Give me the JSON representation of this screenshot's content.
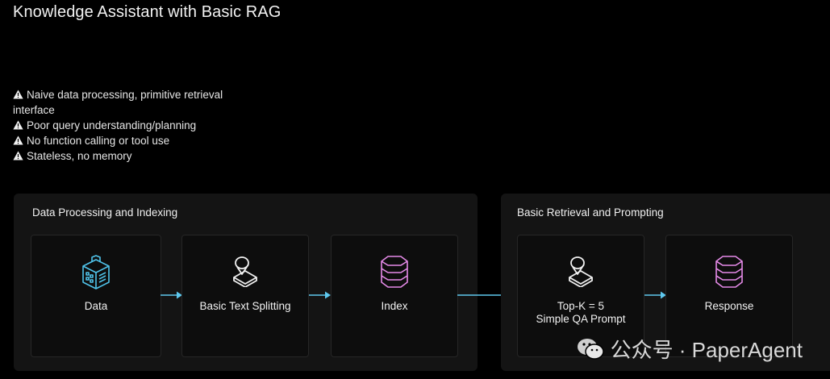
{
  "title": "Knowledge Assistant with Basic RAG",
  "warnings": [
    "Naive data processing, primitive retrieval interface",
    "Poor query understanding/planning",
    "No function calling or tool use",
    "Stateless, no memory"
  ],
  "panels": {
    "left": {
      "title": "Data Processing and Indexing",
      "nodes": [
        {
          "label": "Data",
          "icon": "building-icon"
        },
        {
          "label": "Basic Text Splitting",
          "icon": "splitter-icon"
        },
        {
          "label": "Index",
          "icon": "database-icon"
        }
      ]
    },
    "right": {
      "title": "Basic Retrieval and Prompting",
      "nodes": [
        {
          "label": "Top-K = 5",
          "label2": "Simple QA Prompt",
          "icon": "retriever-icon"
        },
        {
          "label": "Response",
          "icon": "database-icon"
        }
      ]
    }
  },
  "watermark": {
    "text": "公众号 · PaperAgent",
    "icon": "wechat-icon"
  },
  "colors": {
    "arrow": "#5ec8ee",
    "data_icon": "#4fc3ea",
    "db_icon": "#e58ae8",
    "icon_white": "#f0f0f0"
  }
}
